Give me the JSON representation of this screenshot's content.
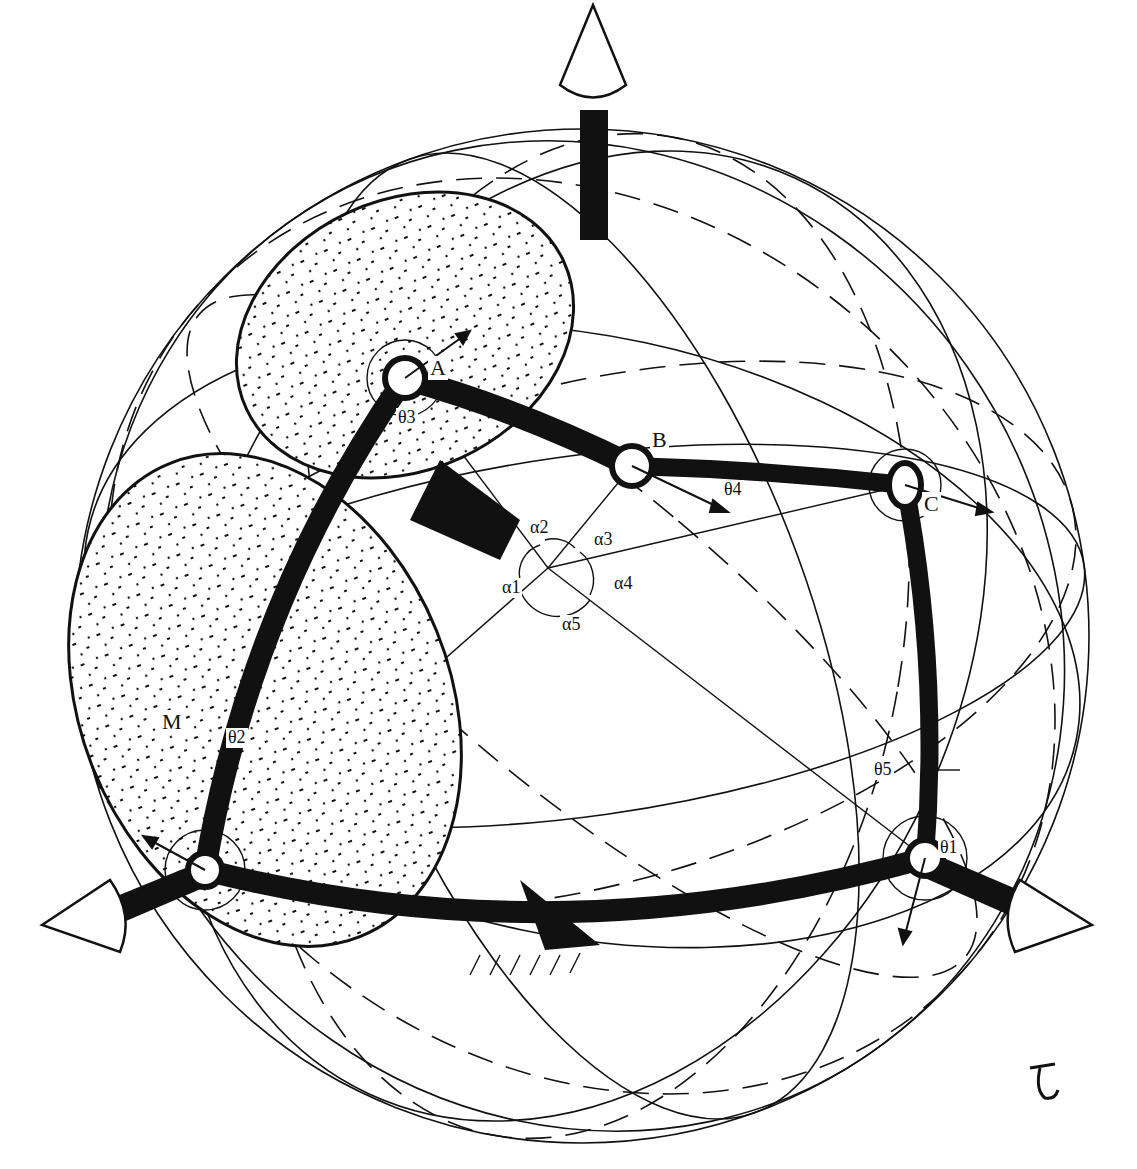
{
  "diagram": {
    "labels": [
      "A",
      "B",
      "C",
      "M",
      "θ3",
      "θ4",
      "θ2",
      "θ5",
      "θ1",
      "α1",
      "α2",
      "α3",
      "α4",
      "α5"
    ]
  }
}
